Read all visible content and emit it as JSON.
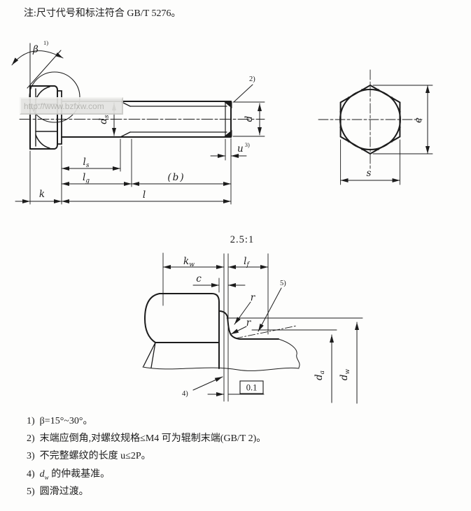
{
  "page": {
    "top_note": "注:尺寸代号和标注符合 GB/T 5276。"
  },
  "watermark": {
    "url_text": "http://www.bzfxw.com"
  },
  "side_view": {
    "beta": "β",
    "beta_note": "1)",
    "end_callout": "2)",
    "ds_main": "d",
    "ds_sub": "s",
    "d_label": "d",
    "u_main": "u",
    "u_note": "3)",
    "ls_main": "l",
    "ls_sub": "s",
    "lg_main": "l",
    "lg_sub": "g",
    "b_label": "(b)",
    "l_label": "l",
    "k_label": "k"
  },
  "end_view": {
    "e_label": "e",
    "s_label": "s"
  },
  "detail_view": {
    "scale": "2.5:1",
    "kw_main": "k",
    "kw_sub": "w",
    "lf_main": "l",
    "lf_sub": "f",
    "c_label": "c",
    "r_label_1": "r",
    "r_label_2": "r",
    "smooth_callout": "5)",
    "datum_callout": "4)",
    "da_main": "d",
    "da_sub": "a",
    "dw_main": "d",
    "dw_sub": "w",
    "tolerance": "0.1"
  },
  "footnotes": [
    {
      "num": "1)",
      "pre": "β=15°~30°。",
      "sub": "",
      "post": ""
    },
    {
      "num": "2)",
      "pre": "末端应倒角,对螺纹规格≤M4 可为辊制末端(GB/T 2)。",
      "sub": "",
      "post": ""
    },
    {
      "num": "3)",
      "pre": "不完整螺纹的长度 u≤2P。",
      "sub": "",
      "post": ""
    },
    {
      "num": "4)",
      "pre": "d",
      "sub": "w",
      "post": " 的仲裁基准。"
    },
    {
      "num": "5)",
      "pre": "圆滑过渡。",
      "sub": "",
      "post": ""
    }
  ],
  "colors": {
    "line": "#1c1c1c",
    "background": "#fdfdfc",
    "watermark_bg": "#e4e4e1",
    "watermark_text": "#b2b2ae"
  }
}
